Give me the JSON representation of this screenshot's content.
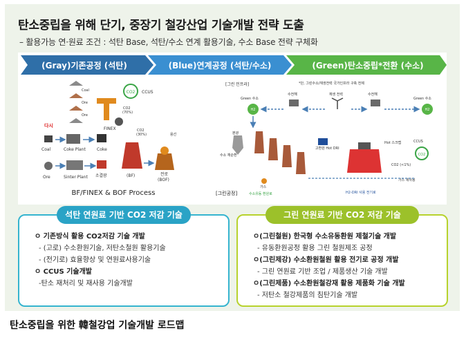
{
  "title": "탄소중립을 위해 단기, 중장기 철강산업 기술개발 전략 도출",
  "subtitle": "– 활용가능 연·원료 조건 : 석탄 Base, 석탄/수소 연계 활용기술, 수소 Base 전략 구체화",
  "stages": {
    "gray": "(Gray)기존공정 (석탄)",
    "blue": "(Blue)연계공정 (석탄/수소)",
    "green": "(Green)탄소중립*전환 (수소)"
  },
  "left_diagram": {
    "coal_labels": [
      "Coal",
      "Ore",
      "Ore"
    ],
    "coal": "Coal",
    "ore": "Ore",
    "coke_plant": "Coke Plant",
    "coke": "Coke",
    "sinter_plant": "Sinter Plant",
    "sinter": "소결광",
    "finex": "FINEX",
    "bf": "(BF)",
    "bof": "(BOF)",
    "ccus": "CCUS",
    "co2": "CO2",
    "co2_a": "CO2",
    "co2_a_pct": "(70%)",
    "co2_b": "CO2",
    "co2_b_pct": "(30%)",
    "molten": "용선",
    "steel": "전로",
    "dahsi": "다시",
    "process_label": "BF/FINEX & BOF Process"
  },
  "right_diagram": {
    "infra": "[그린 인프라]",
    "footnote": "*단, 그린수소/재생전력 국가인프라 구축 전제",
    "green_h2_left": "Green 수소",
    "green_h2_right": "Green 수소",
    "h2": "H2",
    "electrolysis": "수전해",
    "renewable": "재생 전력",
    "fine_ore": "분광",
    "h2_in": "수소 재순환",
    "hbi": "고환원 Hot DRI",
    "hot_scrap": "Hot 스크랩",
    "ccus": "CCUS",
    "co2": "CO2",
    "co2_pct": "CO2 (<1%)",
    "gas_reuse": "가스 재사용",
    "molten_h2": "H2-DRI 사용 전기로",
    "fuel": "수소유동 환원로",
    "gas": "가스",
    "gongjung": "[그린공정]"
  },
  "coal_box": {
    "heading": "석탄 연원료 기반 CO2 저감 기술",
    "lines": [
      {
        "text": "ㅇ 기존방식 활용 CO2저감 기술 개발",
        "kind": "l1"
      },
      {
        "text": "- (고로) 수소환원기술, 저탄소철원 활용기술",
        "kind": "l2"
      },
      {
        "text": "- (전기로) 효율향상 및 연원료사용기술",
        "kind": "l2"
      },
      {
        "text": "ㅇ CCUS 기술개발",
        "kind": "l1"
      },
      {
        "text": "-탄소 재처리 및 재사용 기술개발",
        "kind": "l2"
      }
    ]
  },
  "green_box": {
    "heading": "그린 연원료 기반 CO2 저감 기술",
    "lines": [
      {
        "text": "ㅇ(그린철원) 한국형 수소유동환원 제철기술 개발",
        "kind": "l1"
      },
      {
        "text": "- 유동환원공정 활용 그린 철원제조 공정",
        "kind": "l2"
      },
      {
        "text": "ㅇ(그린제강) 수소환원철원 활용 전기로 공정 개발",
        "kind": "l1"
      },
      {
        "text": "- 그린 연원료 기반 조업 / 제품생산 기술 개발",
        "kind": "l2"
      },
      {
        "text": "ㅇ(그린제품) 수소환원철강재 활용 제품화 기술 개발",
        "kind": "l1"
      },
      {
        "text": "- 저탄소 철강제품의 침탄기술 개발",
        "kind": "l2"
      }
    ]
  },
  "caption": "탄소중립을 위한 韓철강업 기술개발 로드맵",
  "colors": {
    "gray_arrow": "#2f6fa8",
    "blue_arrow": "#3a8fd1",
    "green_arrow": "#58b547",
    "coal_border": "#35b4cf",
    "green_border": "#b7d22c"
  }
}
